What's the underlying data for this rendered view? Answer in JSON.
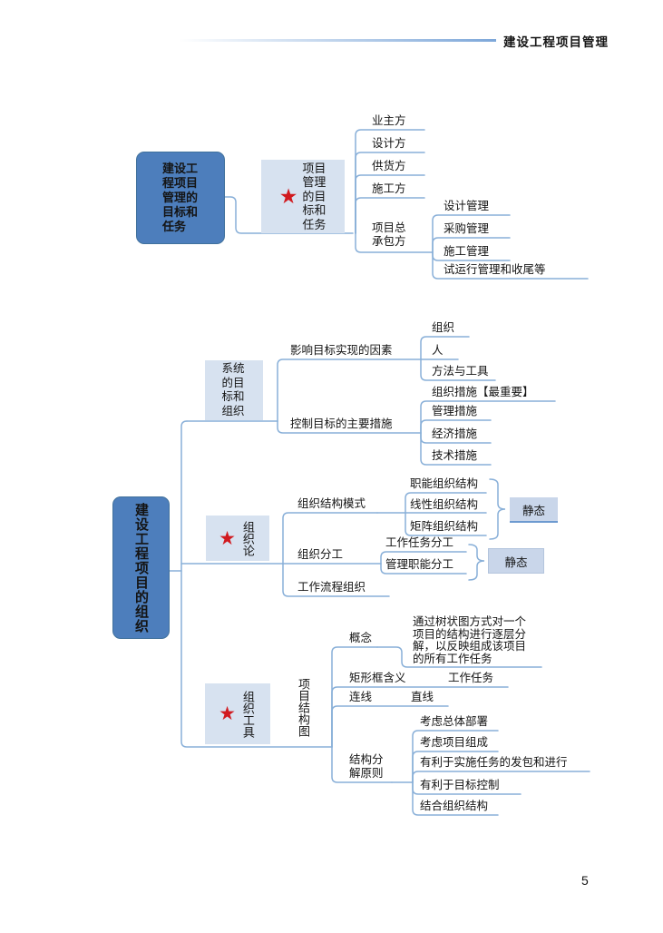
{
  "header": {
    "title": "建设工程项目管理"
  },
  "page": {
    "number": "5"
  },
  "icons": {
    "star": "★"
  },
  "colors": {
    "root_fill": "#4d7ebc",
    "topic_fill": "#d7e2f0",
    "static_fill": "#c9d6ea",
    "line": "#88afd8",
    "star": "#d11a1f"
  },
  "map1": {
    "root": "建设工程项目管理的目标和任务",
    "topic": "项目管理的目标和任务",
    "parties": [
      "业主方",
      "设计方",
      "供货方",
      "施工方"
    ],
    "contractor": "项目总承包方",
    "contractor_tasks": [
      "设计管理",
      "采购管理",
      "施工管理",
      "试运行管理和收尾等"
    ]
  },
  "map2": {
    "root": "建设工程项目的组织",
    "system": {
      "label": "系统的目标和组织",
      "factors_label": "影响目标实现的因素",
      "factors": [
        "组织",
        "人",
        "方法与工具"
      ],
      "measures_label": "控制目标的主要措施",
      "measures": [
        "组织措施【最重要】",
        "管理措施",
        "经济措施",
        "技术措施"
      ]
    },
    "theory": {
      "label": "组织论",
      "structure_label": "组织结构模式",
      "structures": [
        "职能组织结构",
        "线性组织结构",
        "矩阵组织结构"
      ],
      "structures_note": "静态",
      "division_label": "组织分工",
      "divisions": [
        "工作任务分工",
        "管理职能分工"
      ],
      "divisions_note": "静态",
      "workflow": "工作流程组织"
    },
    "tools": {
      "label": "组织工具",
      "tool": "项目结构图",
      "concept_label": "概念",
      "concept_text": "通过树状图方式对一个项目的结构进行逐层分解，以反映组成该项目的所有工作任务",
      "rect_label": "矩形框含义",
      "rect_value": "工作任务",
      "line_label": "连线",
      "line_value": "直线",
      "principles_label": "结构分解原则",
      "principles": [
        "考虑总体部署",
        "考虑项目组成",
        "有利于实施任务的发包和进行",
        "有利于目标控制",
        "结合组织结构"
      ]
    }
  }
}
